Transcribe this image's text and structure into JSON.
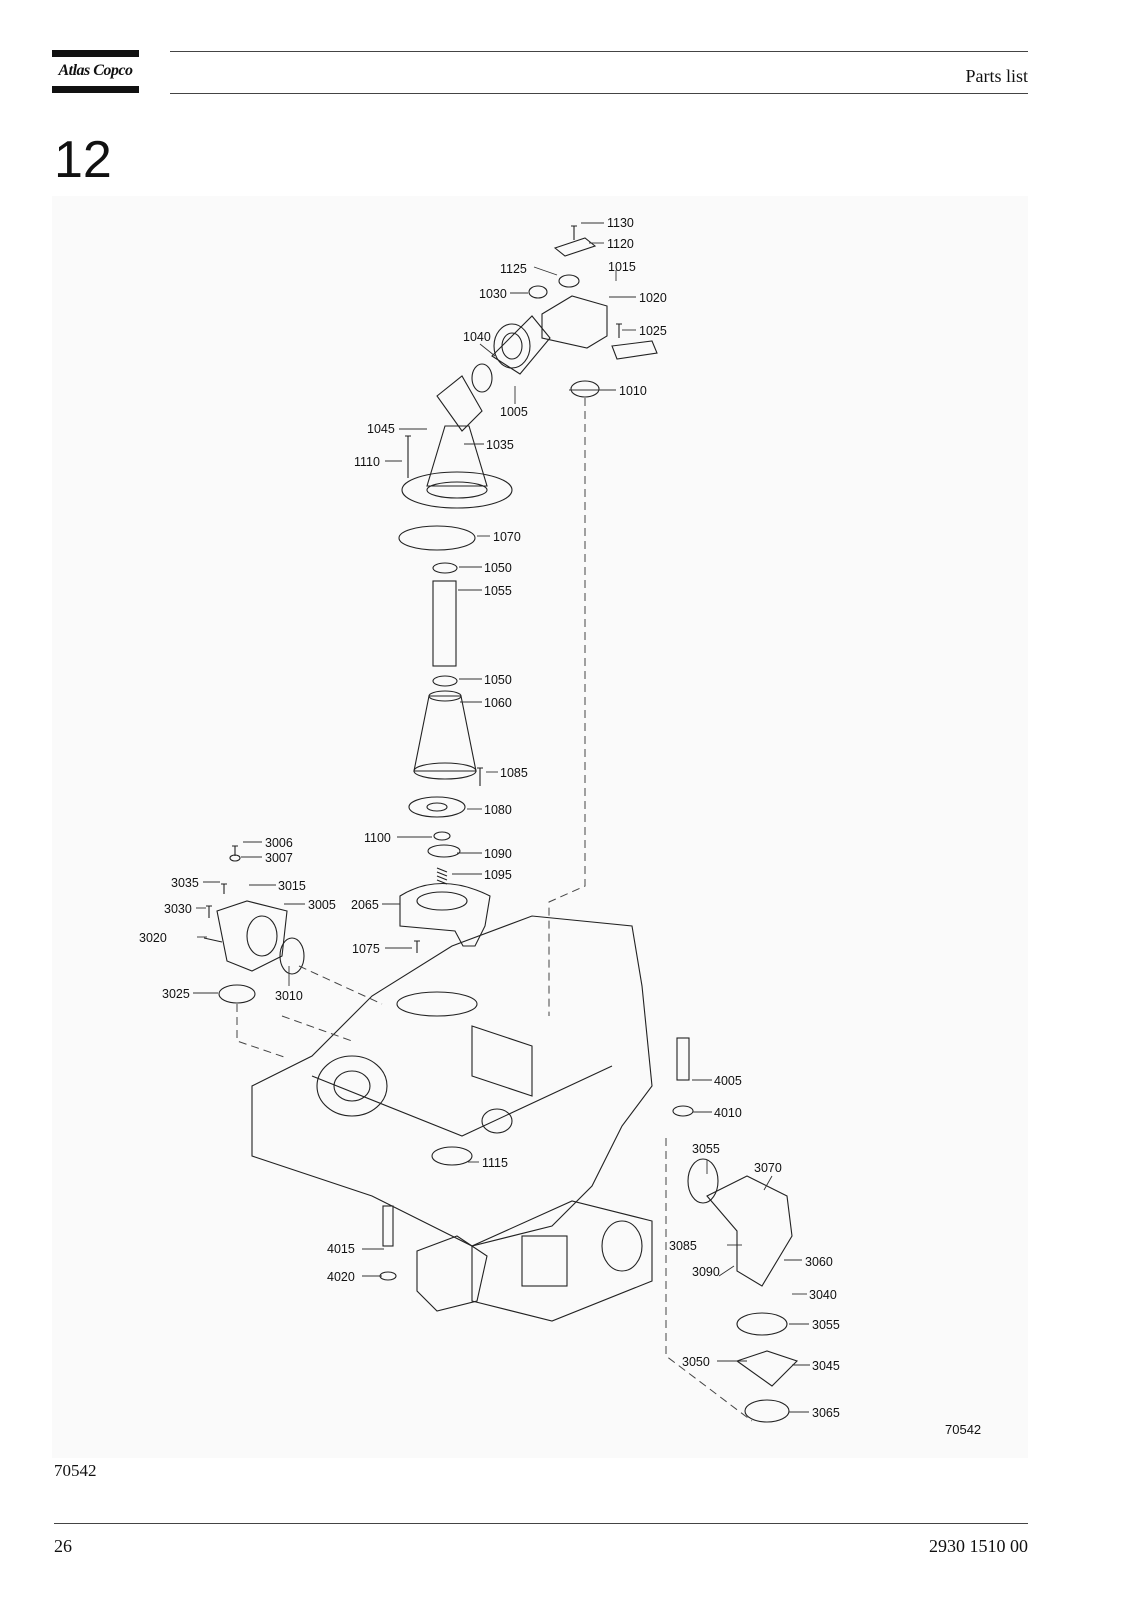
{
  "header": {
    "brand": "Atlas Copco",
    "title": "Parts list"
  },
  "chapter": "12",
  "figure": {
    "id_inner": "70542",
    "id_caption": "70542"
  },
  "footer": {
    "page": "26",
    "doc_number": "2930 1510 00"
  },
  "callouts": [
    "1130",
    "1120",
    "1125",
    "1015",
    "1030",
    "1020",
    "1025",
    "1040",
    "1005",
    "1010",
    "1045",
    "1035",
    "1110",
    "1070",
    "1050",
    "1055",
    "1050",
    "1060",
    "1085",
    "1080",
    "1100",
    "1090",
    "1095",
    "2065",
    "1075",
    "3006",
    "3007",
    "3035",
    "3015",
    "3030",
    "3005",
    "3020",
    "3025",
    "3010",
    "4005",
    "4010",
    "3055",
    "3070",
    "1115",
    "3085",
    "3060",
    "3090",
    "3040",
    "4015",
    "4020",
    "3055",
    "3050",
    "3045",
    "3065"
  ]
}
